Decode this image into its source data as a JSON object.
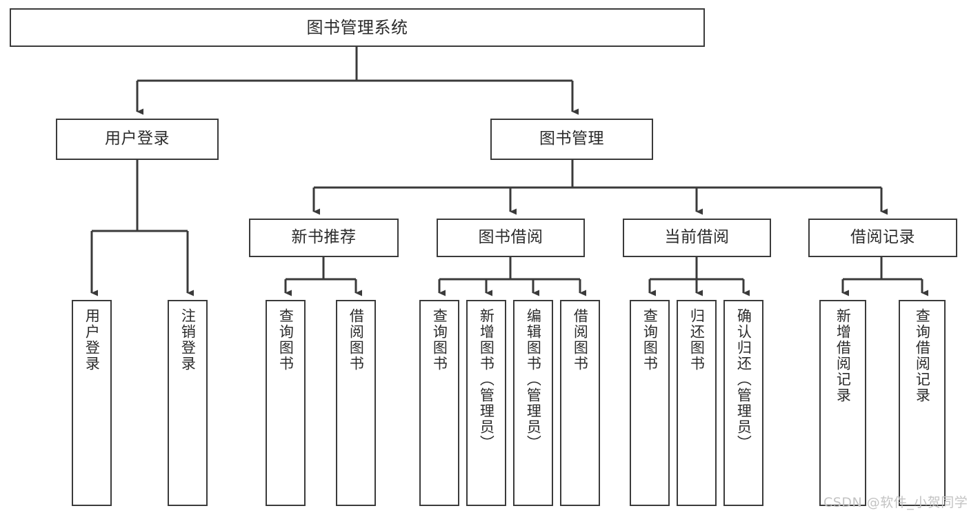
{
  "diagram": {
    "type": "tree",
    "title": "图书管理系统",
    "colors": {
      "box_border": "#3a3a3a",
      "box_fill": "#ffffff",
      "edge": "#3a3a3a",
      "text": "#2b2b2b",
      "watermark": "#c3c3c3",
      "background": "#ffffff"
    },
    "watermark": "CSDN @软件_小贺同学",
    "nodes": {
      "root": {
        "label": "图书管理系统"
      },
      "level1": [
        {
          "label": "用户登录"
        },
        {
          "label": "图书管理"
        }
      ],
      "level2": [
        {
          "label": "新书推荐"
        },
        {
          "label": "图书借阅"
        },
        {
          "label": "当前借阅"
        },
        {
          "label": "借阅记录"
        }
      ],
      "leaves_user_login": [
        {
          "label": "用户登录"
        },
        {
          "label": "注销登录"
        }
      ],
      "leaves_new_books": [
        {
          "label": "查询图书"
        },
        {
          "label": "借阅图书"
        }
      ],
      "leaves_borrow": [
        {
          "label": "查询图书"
        },
        {
          "label": "新增图书（管理员）"
        },
        {
          "label": "编辑图书（管理员）"
        },
        {
          "label": "借阅图书"
        }
      ],
      "leaves_current": [
        {
          "label": "查询图书"
        },
        {
          "label": "归还图书"
        },
        {
          "label": "确认归还（管理员）"
        }
      ],
      "leaves_records": [
        {
          "label": "新增借阅记录"
        },
        {
          "label": "查询借阅记录"
        }
      ]
    }
  }
}
